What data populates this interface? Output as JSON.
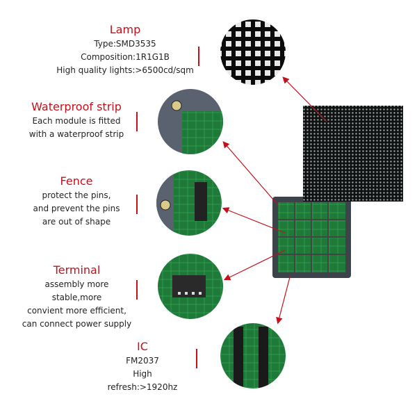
{
  "features": [
    {
      "title": "Lamp",
      "lines": [
        "Type:SMD3535",
        "Composition:1R1G1B",
        "High quality lights:>6500cd/sqm"
      ]
    },
    {
      "title": "Waterproof strip",
      "lines": [
        "Each module is fitted",
        "with a waterproof strip"
      ]
    },
    {
      "title": "Fence",
      "lines": [
        "protect the pins,",
        "and prevent the pins",
        "are out of shape"
      ]
    },
    {
      "title": "Terminal",
      "lines": [
        "assembly more stable,more",
        "convient more efficient,",
        "can connect power supply"
      ]
    },
    {
      "title": "IC",
      "lines": [
        "FM2037",
        "High refresh:>1920hz"
      ]
    }
  ],
  "colors": {
    "accent": "#c4101b",
    "pcb": "#1f7a3a",
    "frame": "#4a4f57"
  }
}
